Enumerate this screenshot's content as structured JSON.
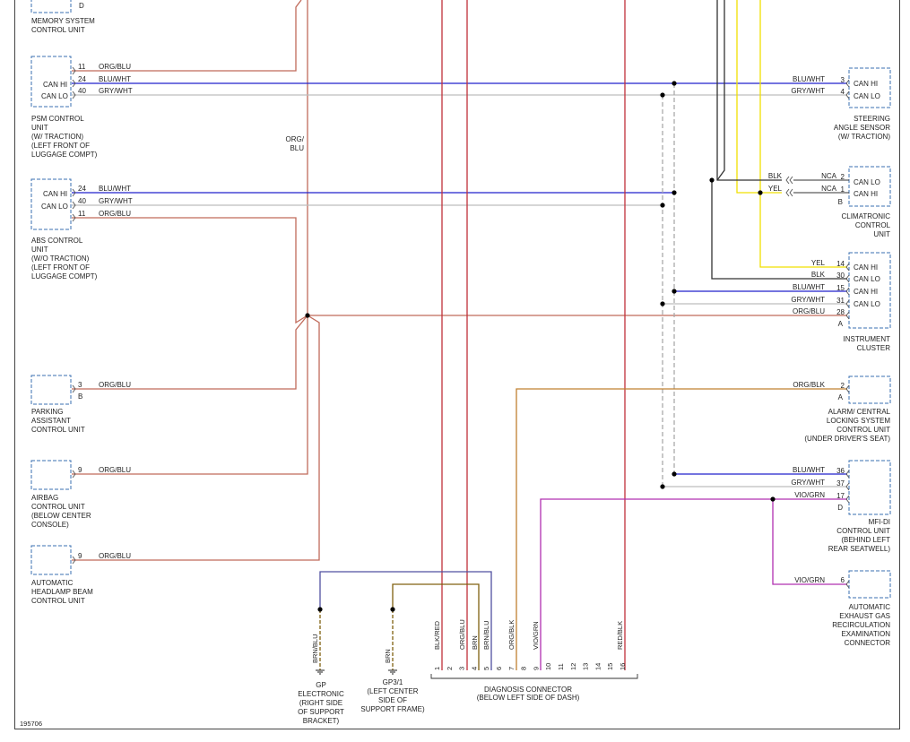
{
  "figure_id": "195706",
  "colors": {
    "org_blu": "#c06a5a",
    "blu_wht": "#2222cc",
    "gry_wht": "#bdbdbd",
    "yel": "#f0e000",
    "blk": "#333333",
    "red": "#c0303a",
    "org_blk": "#c08030",
    "vio_grn": "#b030b0",
    "brn_blu": "#5050a0",
    "brn": "#806010",
    "dash": "#aaaaaa",
    "box": "#3a6fb0"
  },
  "left_units": {
    "memory": {
      "pin": "D",
      "name": [
        "MEMORY SYSTEM",
        "CONTROL UNIT"
      ]
    },
    "psm": {
      "can_hi": "CAN HI",
      "can_lo": "CAN LO",
      "pins": [
        "11",
        "24",
        "40"
      ],
      "wires": [
        "ORG/BLU",
        "BLU/WHT",
        "GRY/WHT"
      ],
      "name": [
        "PSM CONTROL",
        "UNIT",
        "(W/ TRACTION)",
        "(LEFT FRONT OF",
        "LUGGAGE COMPT)"
      ]
    },
    "abs": {
      "can_hi": "CAN HI",
      "can_lo": "CAN LO",
      "pins": [
        "24",
        "40",
        "11"
      ],
      "wires": [
        "BLU/WHT",
        "GRY/WHT",
        "ORG/BLU"
      ],
      "name": [
        "ABS CONTROL",
        "UNIT",
        "(W/O TRACTION)",
        "(LEFT FRONT OF",
        "LUGGAGE COMPT)"
      ]
    },
    "parking": {
      "pin": "3",
      "conn": "B",
      "wire": "ORG/BLU",
      "name": [
        "PARKING",
        "ASSISTANT",
        "CONTROL UNIT"
      ]
    },
    "airbag": {
      "pin": "9",
      "wire": "ORG/BLU",
      "name": [
        "AIRBAG",
        "CONTROL UNIT",
        "(BELOW CENTER",
        "CONSOLE)"
      ]
    },
    "headlamp": {
      "pin": "9",
      "wire": "ORG/BLU",
      "name": [
        "AUTOMATIC",
        "HEADLAMP BEAM",
        "CONTROL UNIT"
      ]
    }
  },
  "bus_label": [
    "ORG/",
    "BLU"
  ],
  "right_units": {
    "steering": {
      "can_hi": "CAN HI",
      "can_lo": "CAN LO",
      "pins": [
        "3",
        "4"
      ],
      "wires": [
        "BLU/WHT",
        "GRY/WHT"
      ],
      "name": [
        "STEERING",
        "ANGLE SENSOR",
        "(W/ TRACTION)"
      ]
    },
    "climatronic": {
      "can_lo": "CAN LO",
      "can_hi": "CAN HI",
      "pins": [
        "2",
        "1"
      ],
      "nca": [
        "NCA",
        "NCA"
      ],
      "wires": [
        "BLK",
        "YEL"
      ],
      "conn": "B",
      "name": [
        "CLIMATRONIC",
        "CONTROL",
        "UNIT"
      ]
    },
    "cluster": {
      "labels": [
        "CAN HI",
        "CAN LO",
        "CAN HI",
        "CAN LO"
      ],
      "pins": [
        "14",
        "30",
        "15",
        "31",
        "28"
      ],
      "wires": [
        "YEL",
        "BLK",
        "BLU/WHT",
        "GRY/WHT",
        "ORG/BLU"
      ],
      "conn": "A",
      "name": [
        "INSTRUMENT",
        "CLUSTER"
      ]
    },
    "alarm": {
      "pin": "2",
      "conn": "A",
      "wire": "ORG/BLK",
      "name": [
        "ALARM/ CENTRAL",
        "LOCKING SYSTEM",
        "CONTROL UNIT",
        "(UNDER DRIVER'S SEAT)"
      ]
    },
    "mfi": {
      "pins": [
        "36",
        "37",
        "17"
      ],
      "conn": "D",
      "wires": [
        "BLU/WHT",
        "GRY/WHT",
        "VIO/GRN"
      ],
      "name": [
        "MFI-DI",
        "CONTROL UNIT",
        "(BEHIND LEFT",
        "REAR SEATWELL)"
      ]
    },
    "egr": {
      "pin": "6",
      "wire": "VIO/GRN",
      "name": [
        "AUTOMATIC",
        "EXHAUST GAS",
        "RECIRCULATION",
        "EXAMINATION",
        "CONNECTOR"
      ]
    }
  },
  "grounds": {
    "gp": {
      "wire": "BRN/BLU",
      "name": [
        "GP",
        "ELECTRONIC",
        "(RIGHT SIDE",
        "OF SUPPORT",
        "BRACKET)"
      ]
    },
    "gp3": {
      "wire": "BRN",
      "name": [
        "GP3/1",
        "(LEFT CENTER",
        "SIDE OF",
        "SUPPORT FRAME)"
      ]
    }
  },
  "diag": {
    "wires": [
      "BLK/RED",
      "ORG/BLU",
      "BRN",
      "BRN/BLU",
      "ORG/BLK",
      "VIO/GRN",
      "RED/BLK"
    ],
    "pins": [
      "1",
      "2",
      "3",
      "4",
      "5",
      "6",
      "7",
      "8",
      "9",
      "10",
      "11",
      "12",
      "13",
      "14",
      "15",
      "16"
    ],
    "name": [
      "DIAGNOSIS CONNECTOR",
      "(BELOW LEFT SIDE OF DASH)"
    ]
  }
}
